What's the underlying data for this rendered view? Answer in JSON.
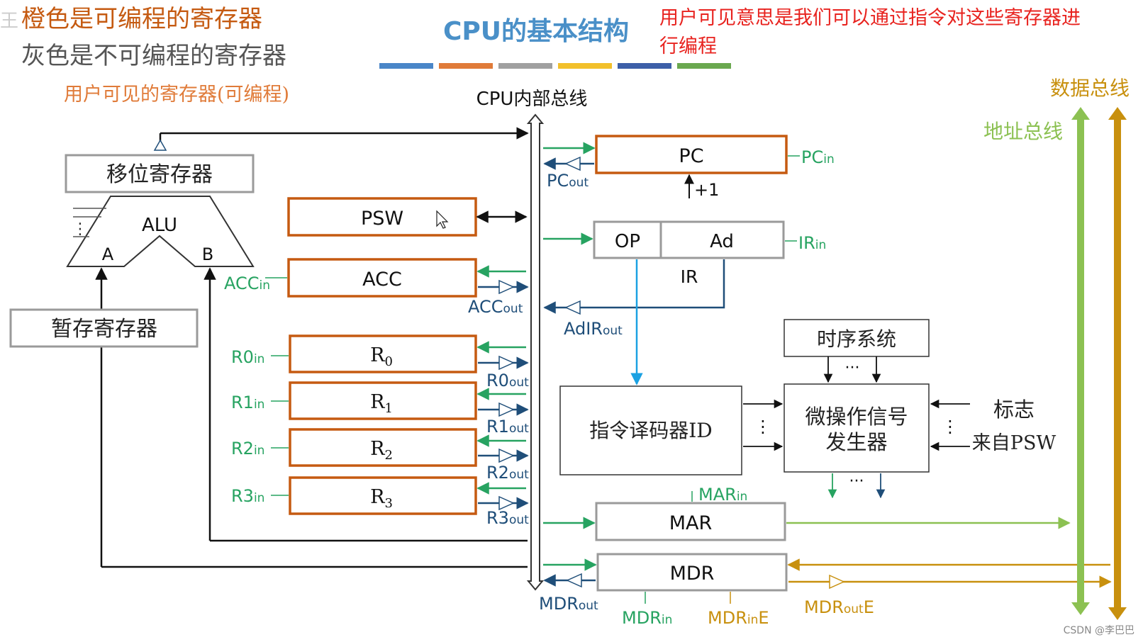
{
  "legend": {
    "orange_note": "橙色是可编程的寄存器",
    "gray_note": "灰色是不可编程的寄存器",
    "user_visible": "用户可见的寄存器(可编程)",
    "watermark": "王"
  },
  "title": "CPU的基本结构",
  "annotation": {
    "line1": "用户可见意思是我们可以通过指令对这些寄存器进",
    "line2": "行编程"
  },
  "title_bar_colors": [
    "#4a86c8",
    "#e07b39",
    "#a0a0a0",
    "#f2c02b",
    "#3d5fa8",
    "#6aa84f"
  ],
  "colors": {
    "orange": "#c55a11",
    "gray": "#9a9a9a",
    "green": "#27a361",
    "darkblue": "#1f4e79",
    "lightblue": "#1ba1e2",
    "addr_bus": "#8cc152",
    "data_bus": "#c8900e",
    "title_blue": "#4a90c8",
    "red": "#e8231f"
  },
  "internal_bus_label": "CPU内部总线",
  "data_bus_label": "数据总线",
  "address_bus_label": "地址总线",
  "registers": {
    "shift": "移位寄存器",
    "alu": "ALU",
    "alu_a": "A",
    "alu_b": "B",
    "temp": "暂存寄存器",
    "psw": "PSW",
    "acc": "ACC",
    "r0": "R",
    "r0_sub": "0",
    "r1": "R",
    "r1_sub": "1",
    "r2": "R",
    "r2_sub": "2",
    "r3": "R",
    "r3_sub": "3",
    "pc": "PC",
    "op": "OP",
    "ad": "Ad",
    "ir": "IR",
    "id": "指令译码器ID",
    "timing": "时序系统",
    "micro_line1": "微操作信号",
    "micro_line2": "发生器",
    "mar": "MAR",
    "mdr": "MDR",
    "flags_line1": "标志",
    "flags_line2": "来自PSW",
    "plus_one": "+1",
    "dots_v": "⋮",
    "dots_h": "···"
  },
  "signals": {
    "acc_in": {
      "base": "ACC",
      "sub": "in"
    },
    "acc_out": {
      "base": "ACC",
      "sub": "out"
    },
    "r0_in": {
      "base": "R0",
      "sub": "in"
    },
    "r0_out": {
      "base": "R0",
      "sub": "out"
    },
    "r1_in": {
      "base": "R1",
      "sub": "in"
    },
    "r1_out": {
      "base": "R1",
      "sub": "out"
    },
    "r2_in": {
      "base": "R2",
      "sub": "in"
    },
    "r2_out": {
      "base": "R2",
      "sub": "out"
    },
    "r3_in": {
      "base": "R3",
      "sub": "in"
    },
    "r3_out": {
      "base": "R3",
      "sub": "out"
    },
    "pc_in": {
      "base": "PC",
      "sub": "in"
    },
    "pc_out": {
      "base": "PC",
      "sub": "out"
    },
    "ir_in": {
      "base": "IR",
      "sub": "in"
    },
    "adir_out": {
      "base": "AdIR",
      "sub": "out"
    },
    "mar_in": {
      "base": "MAR",
      "sub": "in"
    },
    "mdr_out": {
      "base": "MDR",
      "sub": "out"
    },
    "mdr_in": {
      "base": "MDR",
      "sub": "in"
    },
    "mdr_in_e": {
      "base": "MDR",
      "sub": "in",
      "tail": "E"
    },
    "mdr_out_e": {
      "base": "MDR",
      "sub": "out",
      "tail": "E"
    }
  },
  "credit": "CSDN @李巴巴"
}
